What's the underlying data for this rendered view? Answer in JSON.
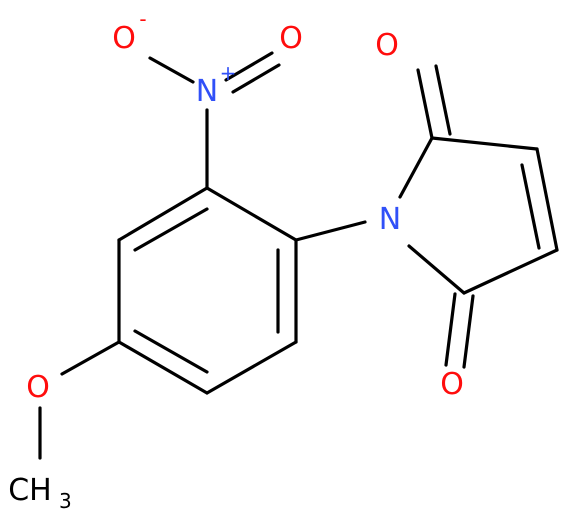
{
  "structure": {
    "atoms": {
      "nitro_n": {
        "symbol": "N",
        "charge": "+",
        "color": "#3050F8"
      },
      "nitro_o_minus": {
        "symbol": "O",
        "charge": "-",
        "color": "#FF0D0D"
      },
      "nitro_o": {
        "symbol": "O",
        "color": "#FF0D0D"
      },
      "imide_n": {
        "symbol": "N",
        "color": "#3050F8"
      },
      "carbonyl_o_top": {
        "symbol": "O",
        "color": "#FF0D0D"
      },
      "carbonyl_o_bottom": {
        "symbol": "O",
        "color": "#FF0D0D"
      },
      "ether_o": {
        "symbol": "O",
        "color": "#FF0D0D"
      },
      "methyl": {
        "symbol": "CH",
        "subscript": "3",
        "color": "#000000"
      }
    },
    "bond_color": "#000000"
  }
}
